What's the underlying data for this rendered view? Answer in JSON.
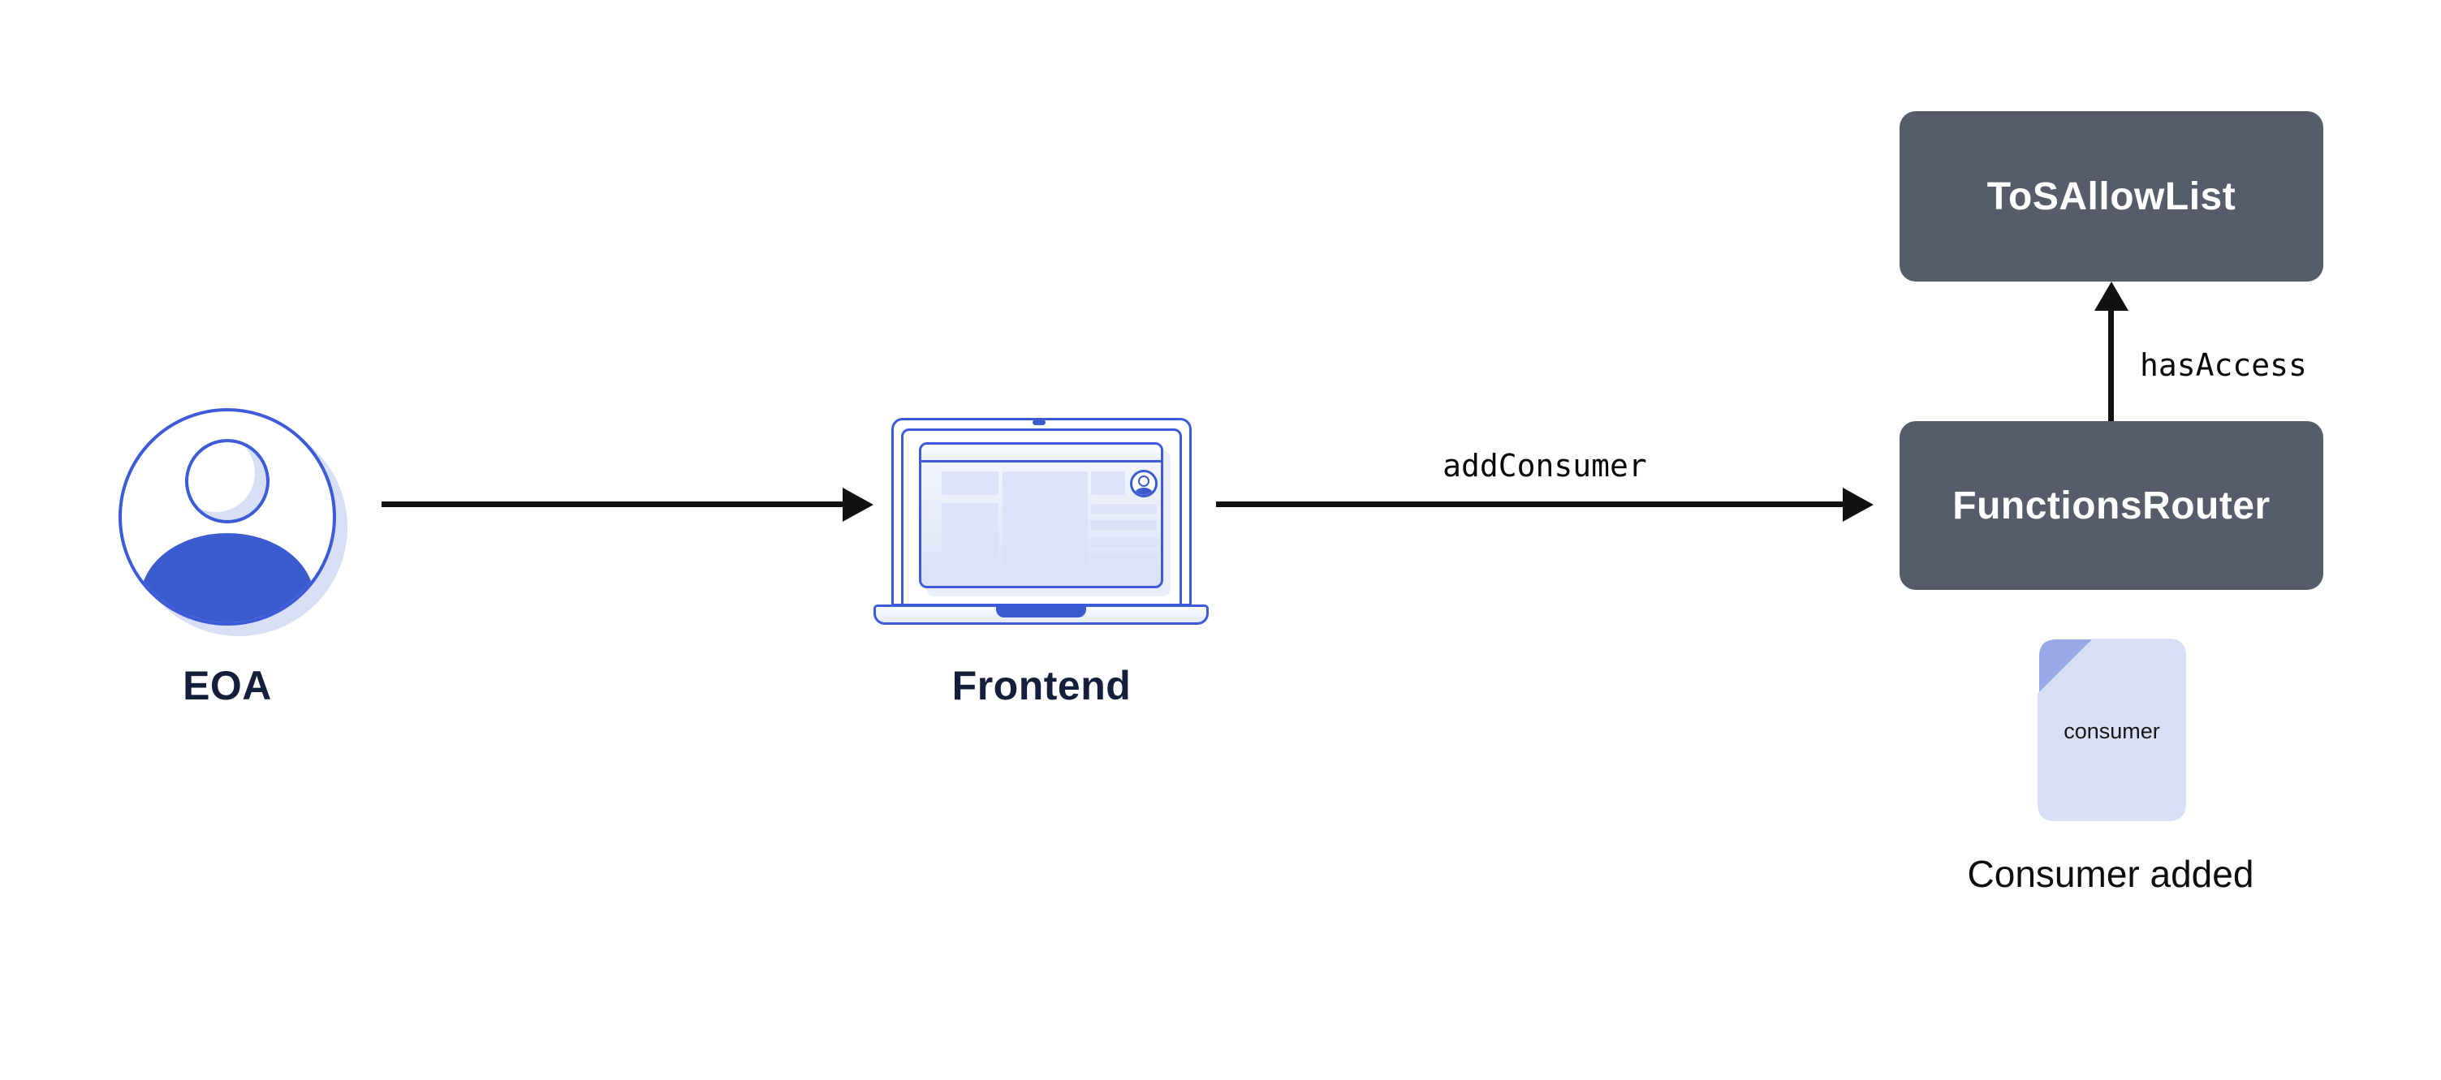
{
  "diagram": {
    "nodes": {
      "eoa": {
        "label": "EOA"
      },
      "frontend": {
        "label": "Frontend"
      },
      "tos_allow_list": {
        "label": "ToSAllowList"
      },
      "functions_router": {
        "label": "FunctionsRouter"
      },
      "consumer_doc": {
        "file_label": "consumer",
        "caption": "Consumer added"
      }
    },
    "edges": [
      {
        "from": "eoa",
        "to": "frontend",
        "label": ""
      },
      {
        "from": "frontend",
        "to": "functions_router",
        "label": "addConsumer"
      },
      {
        "from": "functions_router",
        "to": "tos_allow_list",
        "label": "hasAccess"
      }
    ]
  },
  "colors": {
    "blue-fill": "#3A5CCE",
    "blue-stroke": "#3D5BD8",
    "lavender": "#D9E0F6",
    "lavender-block": "#DCE2F7",
    "fold": "#98A9E8",
    "slate": "#565C6A",
    "navy": "#141F3C",
    "ink": "#111111"
  }
}
